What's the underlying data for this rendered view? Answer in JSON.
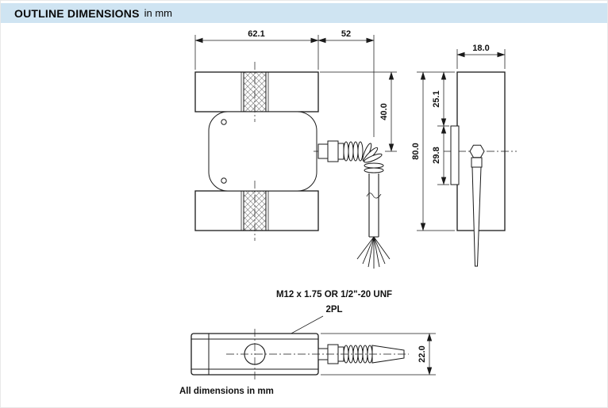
{
  "header": {
    "title": "OUTLINE DIMENSIONS",
    "subtitle": "in mm"
  },
  "front_view": {
    "dim_body_width": "62.1",
    "dim_cable_length": "52",
    "dim_cable_center_offset": "40.0"
  },
  "side_view": {
    "dim_thickness": "18.0",
    "dim_overall_height": "80.0",
    "dim_top_to_bracket": "25.1",
    "dim_bracket_height": "29.8"
  },
  "top_view": {
    "dim_body_height": "22.0",
    "thread_callout": "M12 x 1.75 OR 1/2\"-20 UNF",
    "thread_places": "2PL"
  },
  "footer": {
    "note": "All dimensions in mm"
  }
}
